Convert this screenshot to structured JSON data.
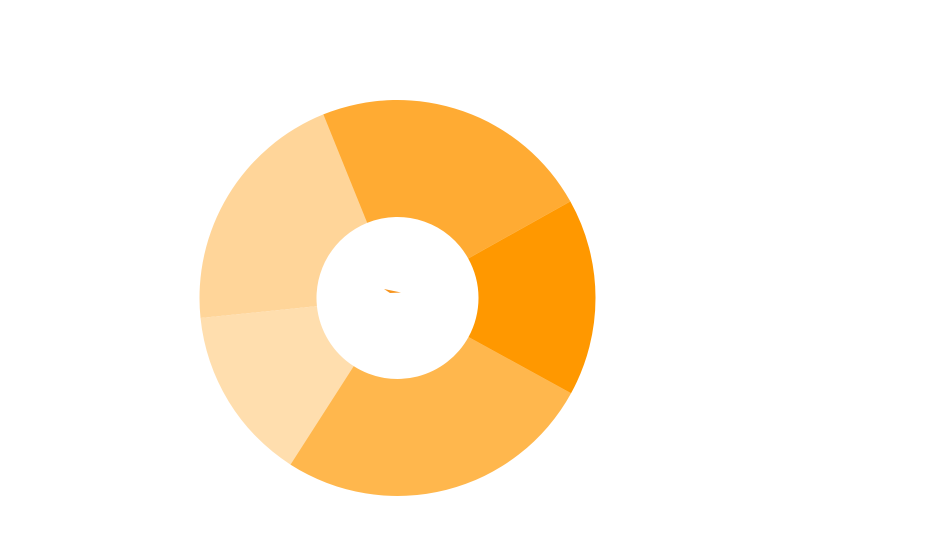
{
  "chart_data": {
    "type": "pie",
    "variant": "donut",
    "categories": [
      "",
      "",
      "",
      "",
      ""
    ],
    "values": [
      20.5,
      14.3,
      26.1,
      16.1,
      23.0
    ],
    "colors": [
      "#ffd599",
      "#ffdeae",
      "#ffb74d",
      "#ff9800",
      "#ffab33"
    ],
    "legend": "none",
    "center_icon": "arrow-icon",
    "center_icon_color": "#f7941d"
  }
}
